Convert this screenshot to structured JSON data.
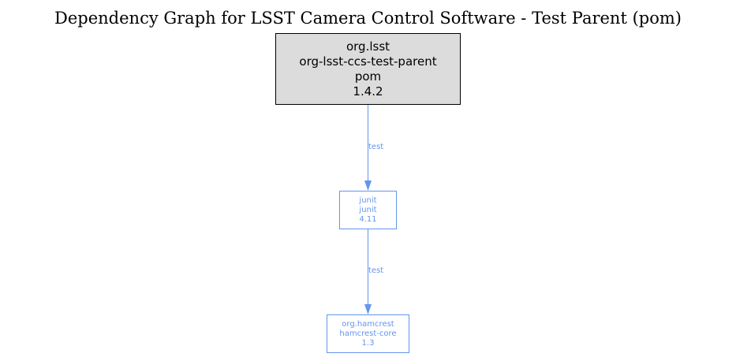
{
  "title": "Dependency Graph for LSST Camera Control Software - Test Parent (pom)",
  "colors": {
    "root_fill": "#dcdcdc",
    "root_border": "#000000",
    "dependency": "#6495ed"
  },
  "nodes": [
    {
      "id": "root",
      "lines": [
        "org.lsst",
        "org-lsst-ccs-test-parent",
        "pom",
        "1.4.2"
      ]
    },
    {
      "id": "junit",
      "lines": [
        "junit",
        "junit",
        "4.11"
      ]
    },
    {
      "id": "hamcrest",
      "lines": [
        "org.hamcrest",
        "hamcrest-core",
        "1.3"
      ]
    }
  ],
  "edges": [
    {
      "from": "root",
      "to": "junit",
      "label": "test"
    },
    {
      "from": "junit",
      "to": "hamcrest",
      "label": "test"
    }
  ]
}
